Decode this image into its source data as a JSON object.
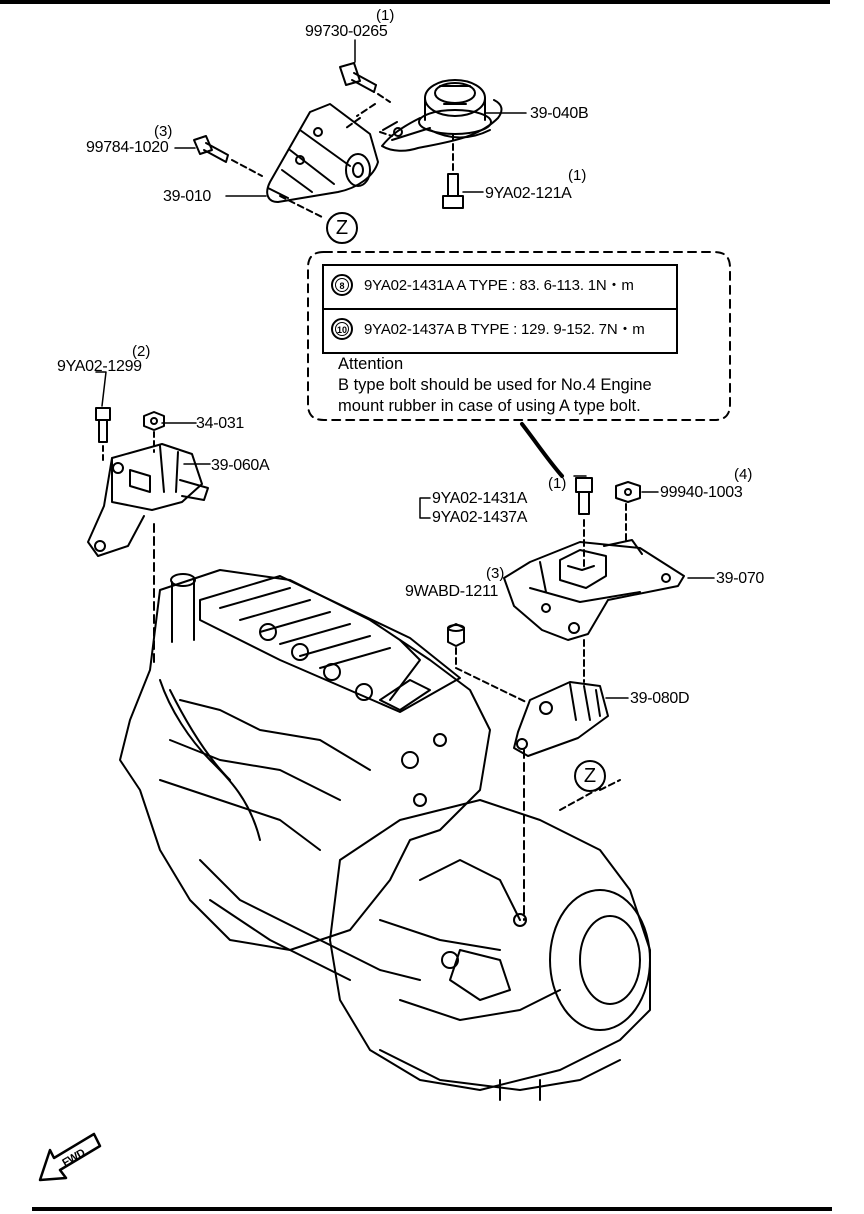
{
  "parts": {
    "p1": {
      "number": "99730-0265",
      "qty": "(1)"
    },
    "p2": {
      "number": "39-040B"
    },
    "p3": {
      "number": "99784-1020",
      "qty": "(3)"
    },
    "p4": {
      "number": "9YA02-121A",
      "qty": "(1)"
    },
    "p5": {
      "number": "39-010"
    },
    "p6": {
      "number": "9YA02-1299",
      "qty": "(2)"
    },
    "p7": {
      "number": "34-031"
    },
    "p8": {
      "number": "39-060A"
    },
    "p9": {
      "number": "9YA02-1431A",
      "qty": "(1)"
    },
    "p10": {
      "number": "9YA02-1437A"
    },
    "p11": {
      "number": "99940-1003",
      "qty": "(4)"
    },
    "p12": {
      "number": "39-070"
    },
    "p13": {
      "number": "9WABD-1211",
      "qty": "(3)"
    },
    "p14": {
      "number": "39-080D"
    }
  },
  "ref_marker": "Z",
  "torque_table": [
    {
      "icon": "8",
      "text": "9YA02-1431A  A TYPE : 83. 6-113. 1N・m"
    },
    {
      "icon": "10",
      "text": "9YA02-1437A  B TYPE : 129. 9-152. 7N・m"
    }
  ],
  "attention": {
    "title": "Attention",
    "line1": "B type bolt should be used for No.4 Engine",
    "line2": "mount rubber in case of using A type bolt."
  },
  "fwd_label": "FWD"
}
